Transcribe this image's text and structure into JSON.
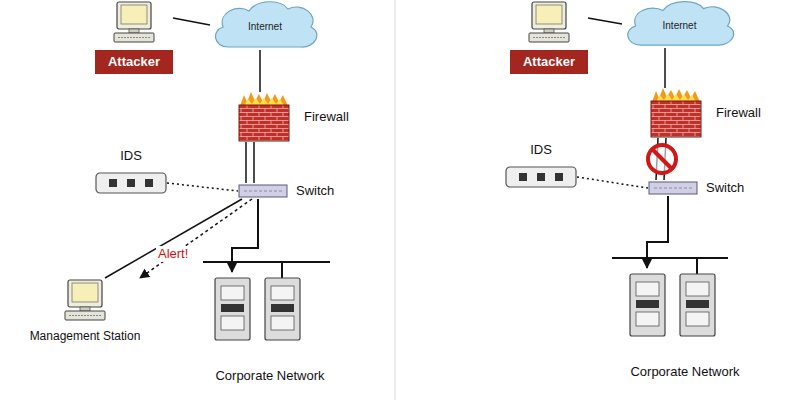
{
  "diagram": {
    "nodes": [
      {
        "text": [
          "Attacker"
        ]
      },
      {
        "text": [
          "Internet"
        ]
      },
      {
        "text": [
          "Firewall"
        ]
      },
      {
        "text": [
          "IDS"
        ]
      },
      {
        "text": [
          "Switch"
        ]
      },
      {
        "text": [
          "Management Station"
        ]
      },
      {
        "text": [
          "Corporate Network"
        ]
      },
      {
        "text": [
          "Attacker"
        ]
      },
      {
        "text": [
          "Internet"
        ]
      },
      {
        "text": [
          "Firewall"
        ]
      },
      {
        "text": [
          "IDS"
        ]
      },
      {
        "text": [
          "Switch"
        ]
      },
      {
        "text": [
          "Corporate Network"
        ]
      }
    ],
    "edges": [
      {
        "from": 0,
        "to": 1,
        "arrow": "none"
      },
      {
        "from": 1,
        "to": 2,
        "arrow": "none"
      },
      {
        "from": 2,
        "to": 4,
        "arrow": "none"
      },
      {
        "from": 3,
        "to": 4,
        "arrow": "none"
      },
      {
        "from": 4,
        "to": 5,
        "arrow": "none"
      },
      {
        "from": 4,
        "to": 5,
        "label": "Alert!",
        "arrow": "to"
      },
      {
        "from": 4,
        "to": 6,
        "arrow": "to"
      },
      {
        "from": 7,
        "to": 8,
        "arrow": "none"
      },
      {
        "from": 8,
        "to": 9,
        "arrow": "none"
      },
      {
        "from": 9,
        "to": 11,
        "arrow": "none"
      },
      {
        "from": 10,
        "to": 11,
        "arrow": "none"
      },
      {
        "from": 11,
        "to": 12,
        "arrow": "to"
      }
    ]
  }
}
